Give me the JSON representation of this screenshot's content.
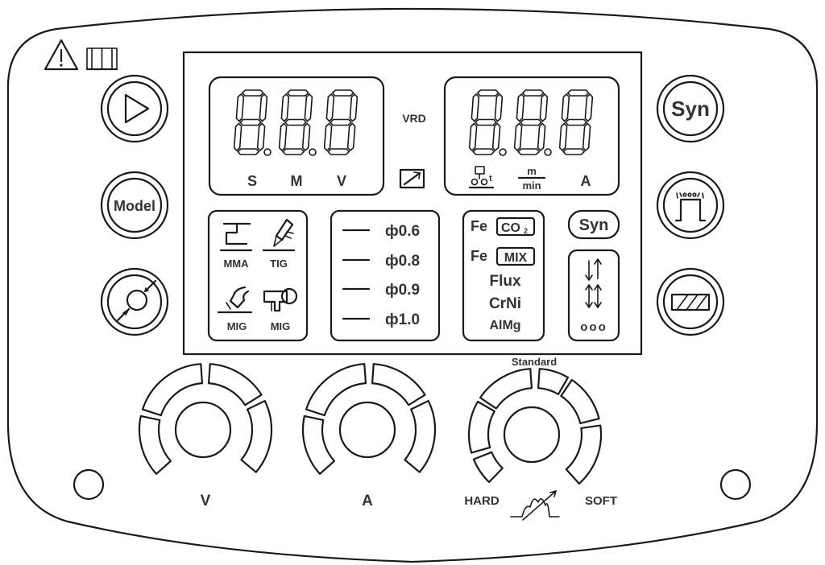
{
  "display_left": {
    "digits": [
      "8.",
      "8.",
      "8"
    ],
    "unit_labels": [
      "S",
      "M",
      "V"
    ]
  },
  "display_center": {
    "vrd_label": "VRD"
  },
  "display_right": {
    "digits": [
      "8.",
      "8.",
      "8"
    ],
    "unit_m": "m",
    "unit_min": "min",
    "unit_a": "A"
  },
  "process_box": {
    "mma_label": "MMA",
    "tig_label": "TIG",
    "mig_label": "MIG",
    "mig_spool_label": "MIG"
  },
  "wire_sizes": [
    "ф0.6",
    "ф0.8",
    "ф0.9",
    "ф1.0"
  ],
  "materials": {
    "fe_co2_prefix": "Fe",
    "co2": "CO",
    "co2_sub": "2",
    "fe_mix_prefix": "Fe",
    "mix": "MIX",
    "flux": "Flux",
    "crni": "CrNi",
    "almg": "AlMg"
  },
  "syn_indicator": "Syn",
  "trigger_dots": "ooo",
  "buttons": {
    "model": "Model",
    "syn": "Syn"
  },
  "knobs": {
    "voltage_label": "V",
    "current_label": "A",
    "inductance": {
      "top_label": "Standard",
      "left_label": "HARD",
      "right_label": "SOFT"
    }
  },
  "colors": {
    "line": "#1a1a1a",
    "background": "#ffffff",
    "text": "#333333"
  }
}
